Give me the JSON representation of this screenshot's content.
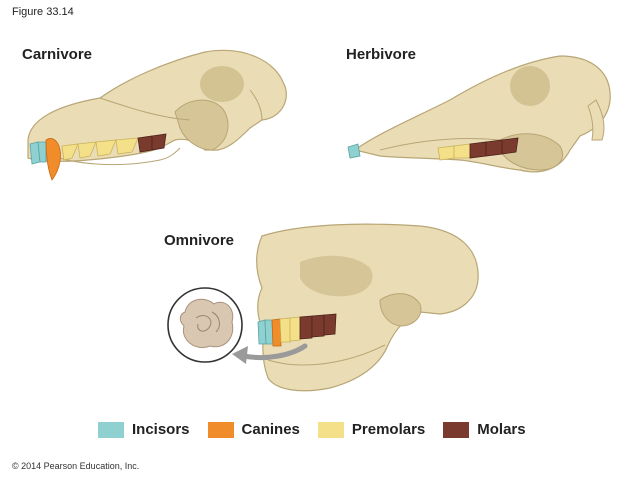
{
  "figure_label": "Figure 33.14",
  "panels": {
    "carnivore": "Carnivore",
    "herbivore": "Herbivore",
    "omnivore": "Omnivore"
  },
  "legend": [
    {
      "label": "Incisors",
      "color": "#8fd0d0"
    },
    {
      "label": "Canines",
      "color": "#f08c2a"
    },
    {
      "label": "Premolars",
      "color": "#f5e08a"
    },
    {
      "label": "Molars",
      "color": "#7a3b2e"
    }
  ],
  "copyright": "© 2014 Pearson Education, Inc.",
  "colors": {
    "bone": "#eadcb4",
    "bone_shadow": "#cdbb89",
    "outline": "#b8a676",
    "arrow": "#9a9a9a"
  }
}
